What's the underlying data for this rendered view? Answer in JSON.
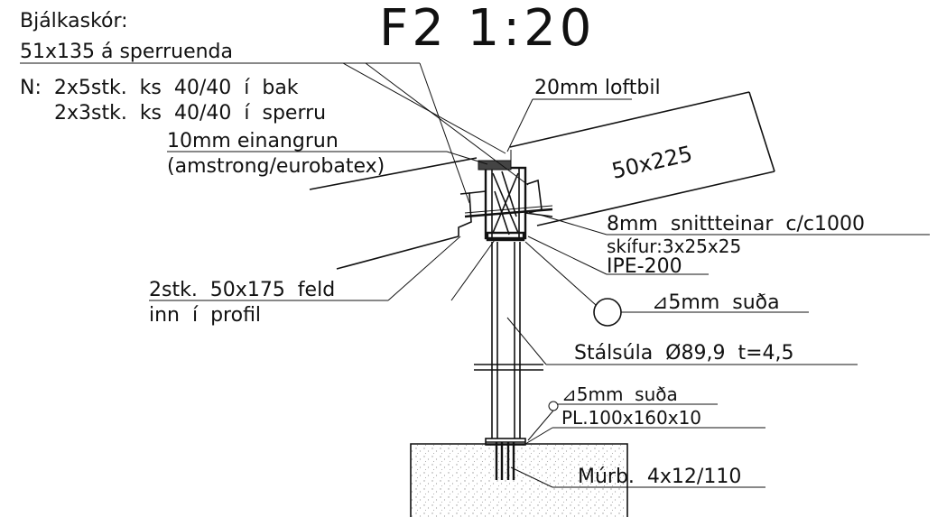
{
  "title": "F2  1:20",
  "labels": {
    "corbel_title": "Bjálkaskór:",
    "corbel_size": "51x135 á sperruenda",
    "nails_1": "N:  2x5stk.  ks  40/40  í  bak",
    "nails_2": "2x3stk.  ks  40/40  í  sperru",
    "air_gap": "20mm  loftbil",
    "insulation_1": "10mm  einangrun",
    "insulation_2": "(amstrong/eurobatex)",
    "beam": "50x225",
    "rods": "8mm  snittteinar  c/c1000",
    "washers": "skífur:3x25x25",
    "profile": "IPE-200",
    "glulam_1": "2stk.  50x175  feld",
    "glulam_2": "inn  í  profil",
    "weld_top": "⊿5mm  suða",
    "column": "Stálsúla  Ø89,9  t=4,5",
    "weld_bottom": "⊿5mm  suða",
    "base_plate": "PL.100x160x10",
    "anchor": "Múrb.  4x12/110"
  },
  "colors": {
    "ink": "#111111",
    "background": "#ffffff",
    "concrete_stipple": "#9a9a9a"
  }
}
